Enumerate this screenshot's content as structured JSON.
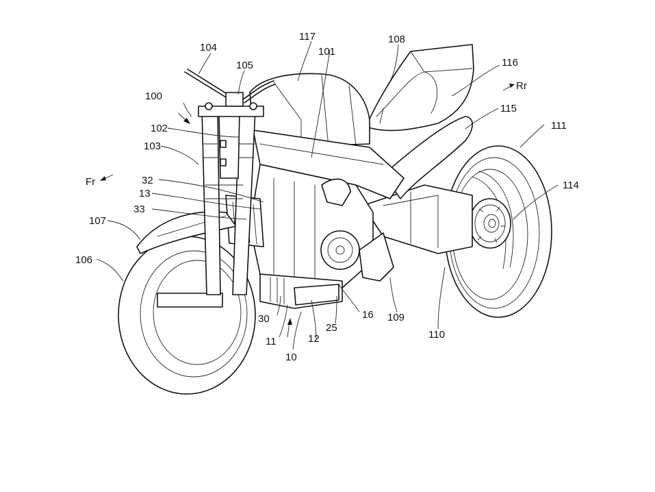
{
  "figure": {
    "type": "patent drawing",
    "subject": "motorcycle perspective view",
    "direction_labels": {
      "front": "Fr",
      "rear": "Rr"
    },
    "reference_labels": [
      {
        "id": "104",
        "text": "104"
      },
      {
        "id": "105",
        "text": "105"
      },
      {
        "id": "100",
        "text": "100"
      },
      {
        "id": "117",
        "text": "117"
      },
      {
        "id": "101",
        "text": "101"
      },
      {
        "id": "108",
        "text": "108"
      },
      {
        "id": "116",
        "text": "116"
      },
      {
        "id": "115",
        "text": "115"
      },
      {
        "id": "111",
        "text": "111"
      },
      {
        "id": "102",
        "text": "102"
      },
      {
        "id": "103",
        "text": "103"
      },
      {
        "id": "32",
        "text": "32"
      },
      {
        "id": "13",
        "text": "13"
      },
      {
        "id": "33",
        "text": "33"
      },
      {
        "id": "107",
        "text": "107"
      },
      {
        "id": "106",
        "text": "106"
      },
      {
        "id": "114",
        "text": "114"
      },
      {
        "id": "30",
        "text": "30"
      },
      {
        "id": "11",
        "text": "11"
      },
      {
        "id": "10",
        "text": "10"
      },
      {
        "id": "12",
        "text": "12"
      },
      {
        "id": "25",
        "text": "25"
      },
      {
        "id": "16",
        "text": "16"
      },
      {
        "id": "109",
        "text": "109"
      },
      {
        "id": "110",
        "text": "110"
      }
    ]
  }
}
